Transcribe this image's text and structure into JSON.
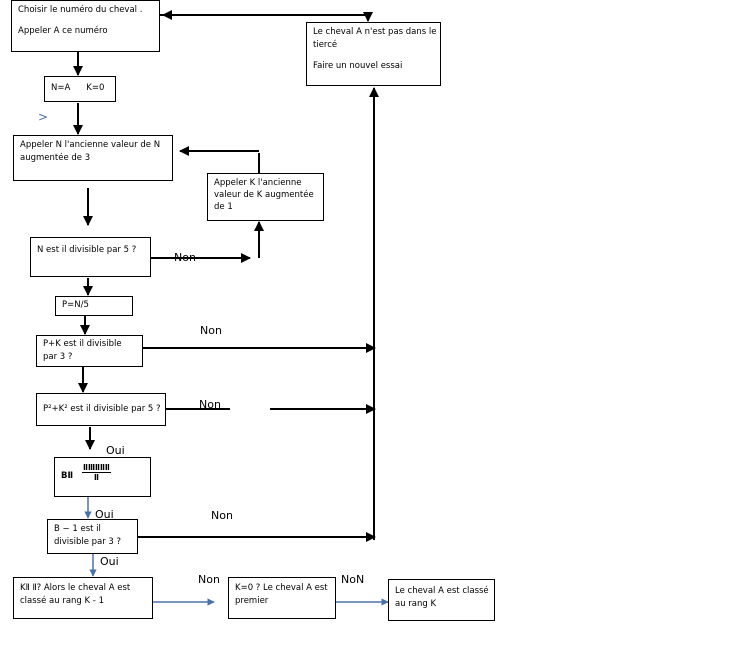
{
  "boxes": {
    "choose": {
      "line1": "Choisir le numéro du cheval .",
      "line2": "Appeler A ce numéro"
    },
    "init": {
      "n": "N=A",
      "k": "K=0"
    },
    "n_plus3": {
      "line1": "Appeler N l'ancienne valeur de N",
      "line2": "augmentée de 3"
    },
    "k_plus1": {
      "line1": "Appeler K l'ancienne",
      "line2": "valeur de K augmentée",
      "line3": "de 1"
    },
    "div5": {
      "text": "N est il divisible par 5 ?"
    },
    "p_def": {
      "text": "P=N/5"
    },
    "pk_div3": {
      "line1": "P+K   est il divisible",
      "line2": "par 3 ?"
    },
    "p2k2_div5": {
      "text": "P²+K² est il divisible par 5 ?"
    },
    "b_def": {
      "lhs": "BⅡ",
      "numerator": "ⅡⅢⅡⅡⅡ",
      "denominator": "Ⅱ"
    },
    "b_div3": {
      "line1": "B − 1 est il",
      "line2": "divisible par 3 ?"
    },
    "k_cond": {
      "line1": "KⅡ Ⅱ?   Alors le cheval A est",
      "line2": "classé au rang K - 1"
    },
    "k0": {
      "line1": "K=0 ? Le cheval A est",
      "line2": "premier"
    },
    "rank_k": {
      "line1": "Le cheval A est classé",
      "line2": "au rang K"
    },
    "not_tierce": {
      "line1": "Le cheval A n'est pas dans le",
      "line2": "tiercé",
      "line3": "Faire un nouvel essai"
    }
  },
  "labels": {
    "non1": "Non",
    "non2": "Non",
    "non3": "Non",
    "non4": "Non",
    "non5": "Non",
    "non6": "NoN",
    "oui1": "Oui",
    "oui2": "Oui",
    "oui3": "Oui",
    "chevron": ">"
  },
  "colors": {
    "line": "#000000",
    "accent_arrow": "#4a72a8"
  }
}
